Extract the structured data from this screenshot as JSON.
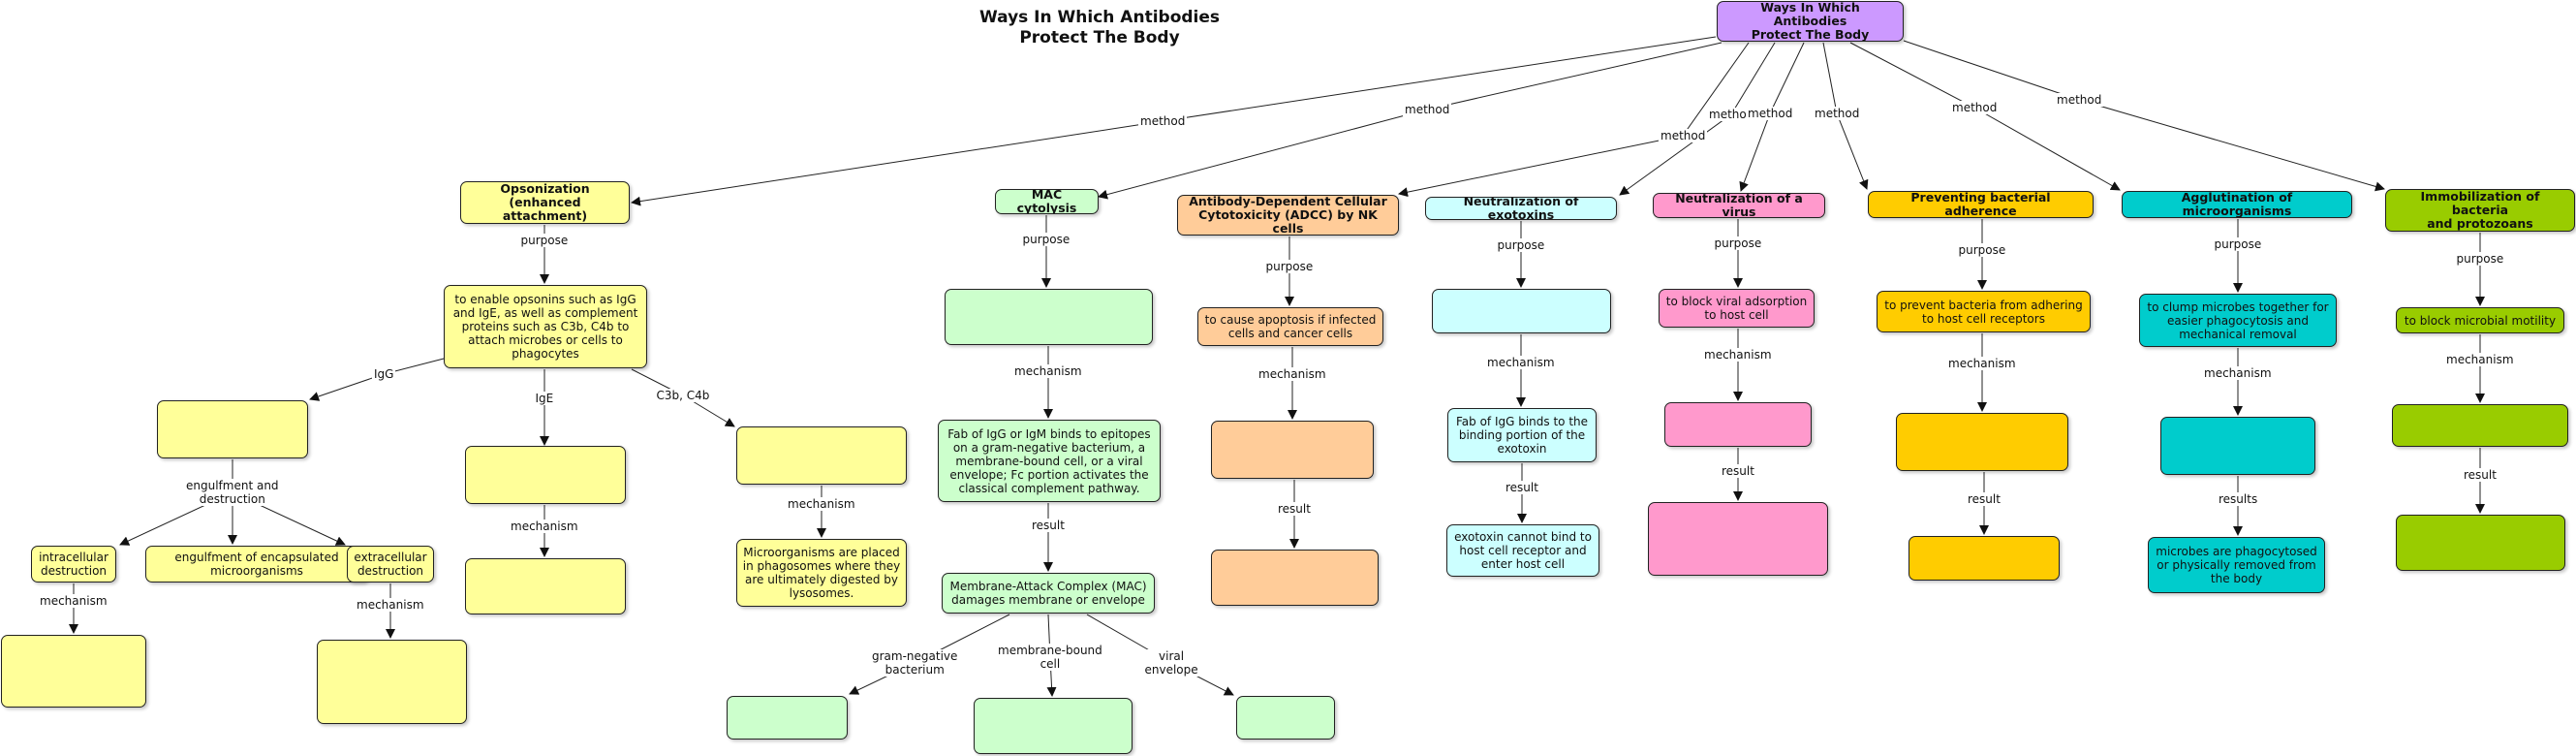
{
  "title": "Ways In Which Antibodies\nProtect The Body",
  "colors": {
    "root": "#cc99ff",
    "opsonization": "#ffff99",
    "mac": "#ccffcc",
    "adcc": "#ffcc99",
    "exotoxins": "#ccffff",
    "virus": "#ff99cc",
    "adherence": "#ffcc00",
    "agglutination": "#00cccc",
    "immobilization": "#99cc00",
    "line": "#222222"
  },
  "nodes": [
    {
      "id": "root",
      "text": "Ways In Which Antibodies\nProtect The Body",
      "color": "root",
      "bold": true
    },
    {
      "id": "opson",
      "text": "Opsonization\n(enhanced attachment)",
      "color": "opsonization",
      "bold": true
    },
    {
      "id": "opson_p",
      "text": "to enable opsonins such as IgG and IgE, as well as complement proteins such as C3b, C4b to attach microbes or cells to phagocytes",
      "color": "opsonization"
    },
    {
      "id": "igg_box",
      "text": "",
      "color": "opsonization"
    },
    {
      "id": "intra",
      "text": "intracellular\ndestruction",
      "color": "opsonization"
    },
    {
      "id": "intra_m",
      "text": "",
      "color": "opsonization"
    },
    {
      "id": "encaps",
      "text": "engulfment of encapsulated\nmicroorganisms",
      "color": "opsonization"
    },
    {
      "id": "extra",
      "text": "extracellular\ndestruction",
      "color": "opsonization"
    },
    {
      "id": "extra_m",
      "text": "",
      "color": "opsonization"
    },
    {
      "id": "ige_box",
      "text": "",
      "color": "opsonization"
    },
    {
      "id": "ige_m",
      "text": "",
      "color": "opsonization"
    },
    {
      "id": "c3b_box",
      "text": "",
      "color": "opsonization"
    },
    {
      "id": "c3b_m",
      "text": "Microorganisms are placed in phagosomes where they are ultimately digested by lysosomes.",
      "color": "opsonization"
    },
    {
      "id": "mac",
      "text": "MAC cytolysis",
      "color": "mac",
      "bold": true
    },
    {
      "id": "mac_p",
      "text": "",
      "color": "mac"
    },
    {
      "id": "mac_m",
      "text": "Fab of IgG or IgM binds to epitopes on a gram-negative bacterium, a membrane-bound cell, or a viral envelope; Fc portion activates the classical complement pathway.",
      "color": "mac"
    },
    {
      "id": "mac_r",
      "text": "Membrane-Attack Complex (MAC)\ndamages membrane or envelope",
      "color": "mac"
    },
    {
      "id": "mac_gn",
      "text": "",
      "color": "mac"
    },
    {
      "id": "mac_mb",
      "text": "",
      "color": "mac"
    },
    {
      "id": "mac_ve",
      "text": "",
      "color": "mac"
    },
    {
      "id": "adcc",
      "text": "Antibody-Dependent Cellular\nCytotoxicity (ADCC) by NK cells",
      "color": "adcc",
      "bold": true
    },
    {
      "id": "adcc_p",
      "text": "to cause apoptosis if infected\ncells and cancer cells",
      "color": "adcc"
    },
    {
      "id": "adcc_m",
      "text": "",
      "color": "adcc"
    },
    {
      "id": "adcc_r",
      "text": "",
      "color": "adcc"
    },
    {
      "id": "exo",
      "text": "Neutralization of exotoxins",
      "color": "exotoxins",
      "bold": true
    },
    {
      "id": "exo_p",
      "text": "",
      "color": "exotoxins"
    },
    {
      "id": "exo_m",
      "text": "Fab of IgG binds to the binding portion of the exotoxin",
      "color": "exotoxins"
    },
    {
      "id": "exo_r",
      "text": "exotoxin cannot bind to host cell receptor and enter host cell",
      "color": "exotoxins"
    },
    {
      "id": "vir",
      "text": "Neutralization of a virus",
      "color": "virus",
      "bold": true
    },
    {
      "id": "vir_p",
      "text": "to block viral adsorption\nto host cell",
      "color": "virus"
    },
    {
      "id": "vir_m",
      "text": "",
      "color": "virus"
    },
    {
      "id": "vir_r",
      "text": "",
      "color": "virus"
    },
    {
      "id": "adh",
      "text": "Preventing bacterial adherence",
      "color": "adherence",
      "bold": true
    },
    {
      "id": "adh_p",
      "text": "to prevent bacteria from adhering\nto host cell receptors",
      "color": "adherence"
    },
    {
      "id": "adh_m",
      "text": "",
      "color": "adherence"
    },
    {
      "id": "adh_r",
      "text": "",
      "color": "adherence"
    },
    {
      "id": "agg",
      "text": "Agglutination of microorganisms",
      "color": "agglutination",
      "bold": true
    },
    {
      "id": "agg_p",
      "text": "to clump microbes together for easier phagocytosis and mechanical removal",
      "color": "agglutination"
    },
    {
      "id": "agg_m",
      "text": "",
      "color": "agglutination"
    },
    {
      "id": "agg_r",
      "text": "microbes are phagocytosed or physically removed from the body",
      "color": "agglutination"
    },
    {
      "id": "imm",
      "text": "Immobilization of bacteria\nand protozoans",
      "color": "immobilization",
      "bold": true
    },
    {
      "id": "imm_p",
      "text": "to block microbial motility",
      "color": "immobilization"
    },
    {
      "id": "imm_m",
      "text": "",
      "color": "immobilization"
    },
    {
      "id": "imm_r",
      "text": "",
      "color": "immobilization"
    }
  ],
  "links": [
    {
      "from": "root",
      "to": "opson",
      "label": "method"
    },
    {
      "from": "root",
      "to": "mac",
      "label": "method"
    },
    {
      "from": "root",
      "to": "adcc",
      "label": "method"
    },
    {
      "from": "root",
      "to": "exo",
      "label": "method"
    },
    {
      "from": "root",
      "to": "vir",
      "label": "method"
    },
    {
      "from": "root",
      "to": "adh",
      "label": "method"
    },
    {
      "from": "root",
      "to": "agg",
      "label": "method"
    },
    {
      "from": "root",
      "to": "imm",
      "label": "method"
    },
    {
      "from": "opson",
      "to": "opson_p",
      "label": "purpose"
    },
    {
      "from": "opson_p",
      "to": "igg_box",
      "label": "IgG"
    },
    {
      "from": "opson_p",
      "to": "ige_box",
      "label": "IgE"
    },
    {
      "from": "opson_p",
      "to": "c3b_box",
      "label": "C3b, C4b"
    },
    {
      "from": "igg_box",
      "to": "intra",
      "label": "engulfment and\ndestruction"
    },
    {
      "from": "igg_box",
      "to": "encaps",
      "label": "engulfment and\ndestruction"
    },
    {
      "from": "igg_box",
      "to": "extra",
      "label": "engulfment and\ndestruction"
    },
    {
      "from": "intra",
      "to": "intra_m",
      "label": "mechanism"
    },
    {
      "from": "extra",
      "to": "extra_m",
      "label": "mechanism"
    },
    {
      "from": "ige_box",
      "to": "ige_m",
      "label": "mechanism"
    },
    {
      "from": "c3b_box",
      "to": "c3b_m",
      "label": "mechanism"
    },
    {
      "from": "mac",
      "to": "mac_p",
      "label": "purpose"
    },
    {
      "from": "mac_p",
      "to": "mac_m",
      "label": "mechanism"
    },
    {
      "from": "mac_m",
      "to": "mac_r",
      "label": "result"
    },
    {
      "from": "mac_r",
      "to": "mac_gn",
      "label": "gram-negative\nbacterium"
    },
    {
      "from": "mac_r",
      "to": "mac_mb",
      "label": "membrane-bound\ncell"
    },
    {
      "from": "mac_r",
      "to": "mac_ve",
      "label": "viral\nenvelope"
    },
    {
      "from": "adcc",
      "to": "adcc_p",
      "label": "purpose"
    },
    {
      "from": "adcc_p",
      "to": "adcc_m",
      "label": "mechanism"
    },
    {
      "from": "adcc_m",
      "to": "adcc_r",
      "label": "result"
    },
    {
      "from": "exo",
      "to": "exo_p",
      "label": "purpose"
    },
    {
      "from": "exo_p",
      "to": "exo_m",
      "label": "mechanism"
    },
    {
      "from": "exo_m",
      "to": "exo_r",
      "label": "result"
    },
    {
      "from": "vir",
      "to": "vir_p",
      "label": "purpose"
    },
    {
      "from": "vir_p",
      "to": "vir_m",
      "label": "mechanism"
    },
    {
      "from": "vir_m",
      "to": "vir_r",
      "label": "result"
    },
    {
      "from": "adh",
      "to": "adh_p",
      "label": "purpose"
    },
    {
      "from": "adh_p",
      "to": "adh_m",
      "label": "mechanism"
    },
    {
      "from": "adh_m",
      "to": "adh_r",
      "label": "result"
    },
    {
      "from": "agg",
      "to": "agg_p",
      "label": "purpose"
    },
    {
      "from": "agg_p",
      "to": "agg_m",
      "label": "mechanism"
    },
    {
      "from": "agg_m",
      "to": "agg_r",
      "label": "results"
    },
    {
      "from": "imm",
      "to": "imm_p",
      "label": "purpose"
    },
    {
      "from": "imm_p",
      "to": "imm_m",
      "label": "mechanism"
    },
    {
      "from": "imm_m",
      "to": "imm_r",
      "label": "result"
    }
  ]
}
